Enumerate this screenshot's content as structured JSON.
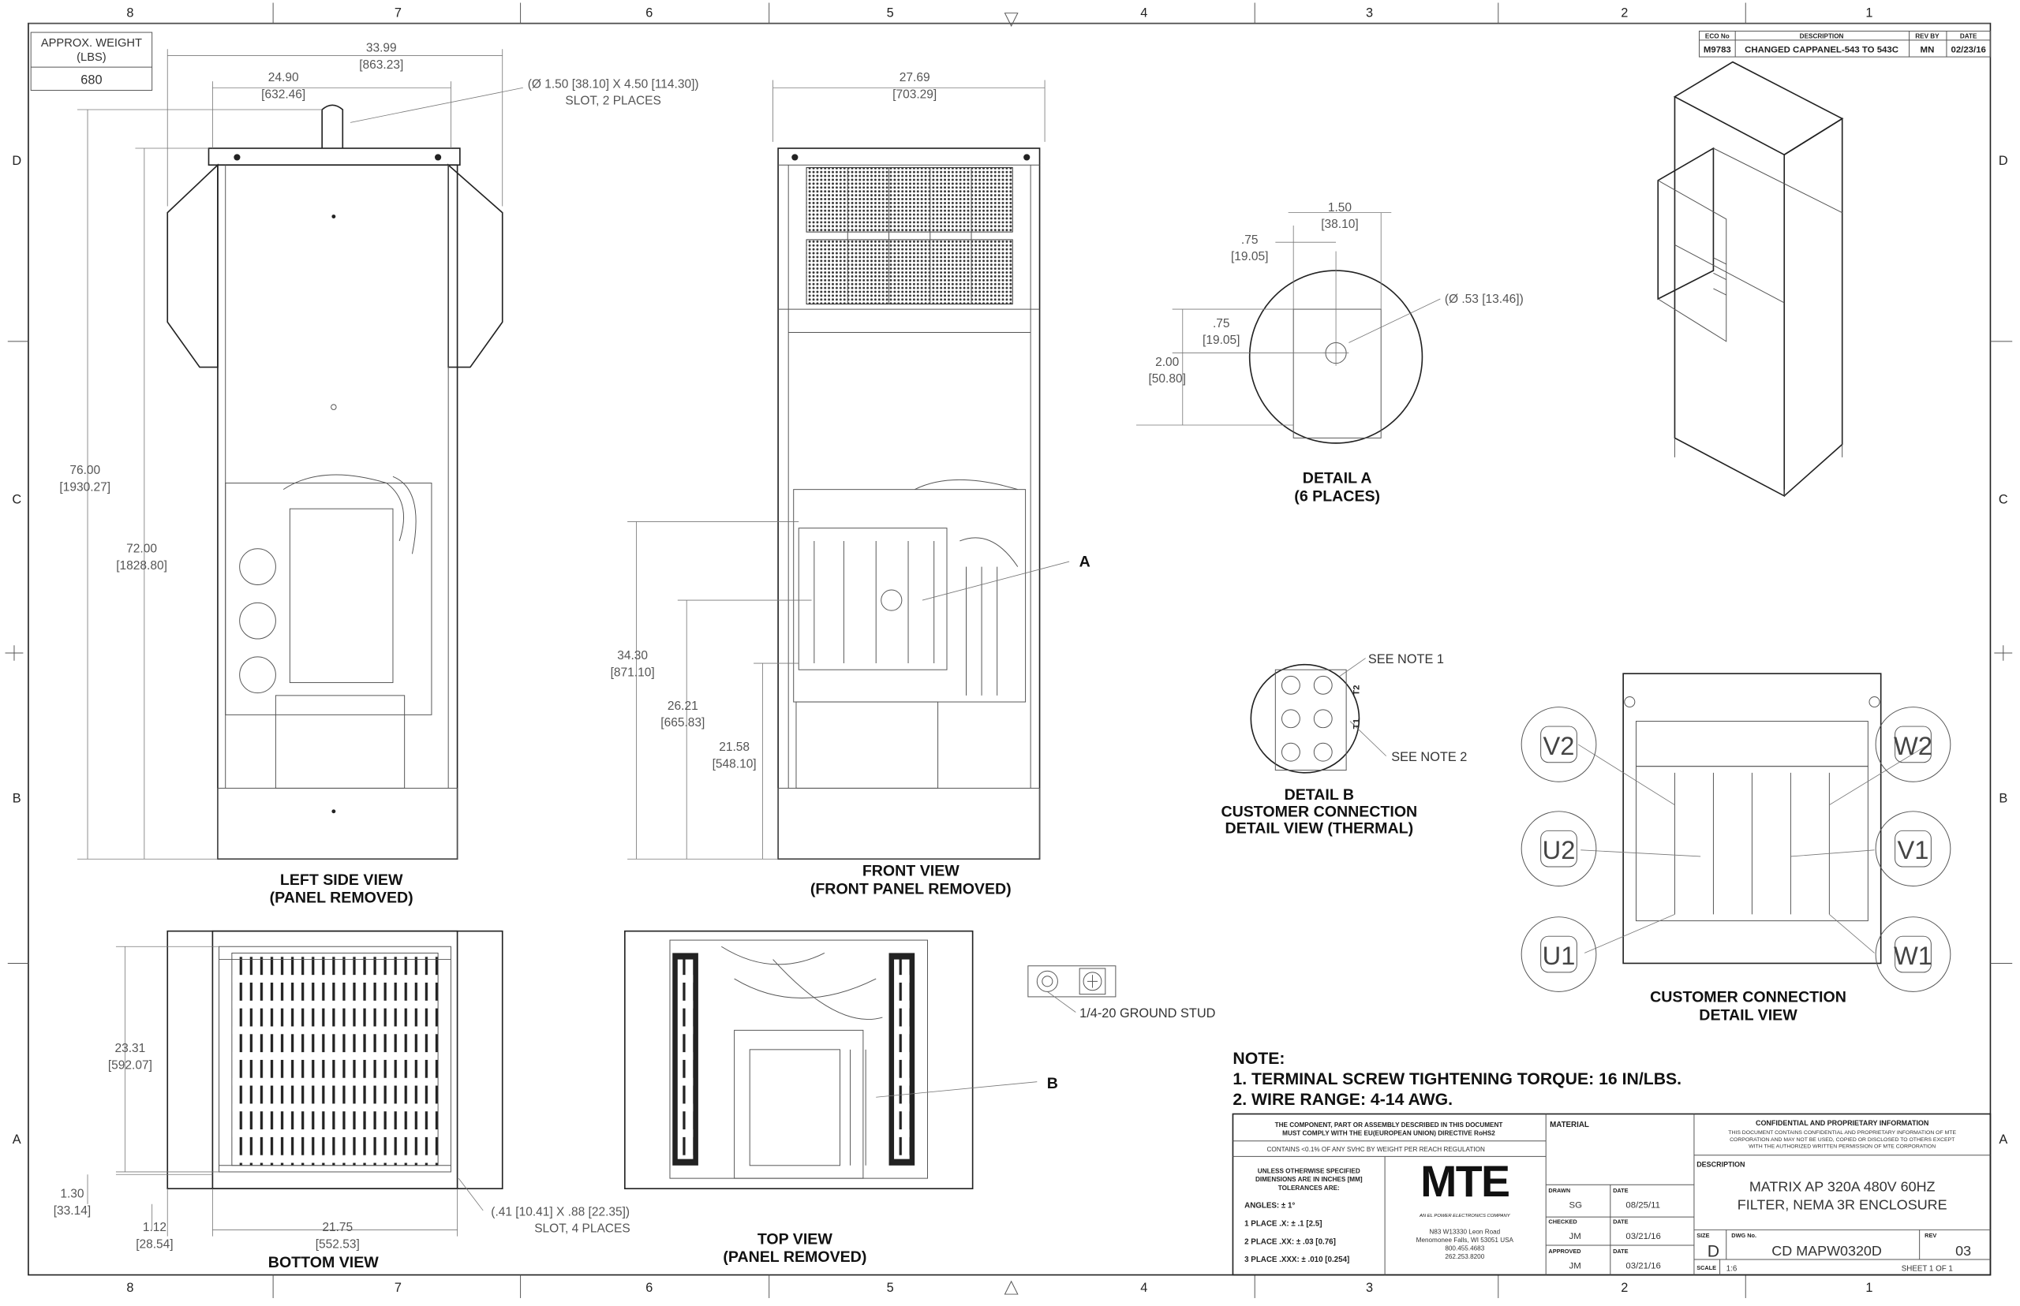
{
  "zones": {
    "columns": [
      "8",
      "7",
      "6",
      "5",
      "4",
      "3",
      "2",
      "1"
    ],
    "rows": [
      "D",
      "C",
      "B",
      "A"
    ]
  },
  "weight": {
    "label": "APPROX. WEIGHT (LBS)",
    "label_line1": "APPROX. WEIGHT",
    "label_line2": "(LBS)",
    "value": "680"
  },
  "revision": {
    "headers": [
      "ECO No",
      "DESCRIPTION",
      "REV BY",
      "DATE"
    ],
    "row": [
      "M9783",
      "CHANGED CAPPANEL-543 TO 543C",
      "MN",
      "02/23/16"
    ]
  },
  "dims": {
    "overall_width": [
      "33.99",
      "[863.23]"
    ],
    "side_width": [
      "24.90",
      "[632.46]"
    ],
    "slot": [
      "(Ø 1.50 [38.10] X 4.50 [114.30])",
      "SLOT, 2 PLACES"
    ],
    "front_width": [
      "27.69",
      "[703.29]"
    ],
    "height_76": [
      "76.00",
      "[1930.27]"
    ],
    "height_72": [
      "72.00",
      "[1828.80]"
    ],
    "h_34": [
      "34.30",
      "[871.10]"
    ],
    "h_26": [
      "26.21",
      "[665.83]"
    ],
    "h_21": [
      "21.58",
      "[548.10]"
    ],
    "detA_150": [
      "1.50",
      "[38.10]"
    ],
    "detA_075a": [
      ".75",
      "[19.05]"
    ],
    "detA_075b": [
      ".75",
      "[19.05]"
    ],
    "detA_200": [
      "2.00",
      "[50.80]"
    ],
    "detA_hole": "(Ø .53 [13.46])",
    "bottom_23": [
      "23.31",
      "[592.07]"
    ],
    "bottom_130": [
      "1.30",
      "[33.14]"
    ],
    "bottom_112": [
      "1.12",
      "[28.54]"
    ],
    "bottom_2175": [
      "21.75",
      "[552.53]"
    ],
    "bottom_slot": [
      "(.41 [10.41] X .88 [22.35])",
      "SLOT, 4 PLACES"
    ]
  },
  "views": {
    "left_side": [
      "LEFT SIDE VIEW",
      "(PANEL REMOVED)"
    ],
    "front": [
      "FRONT VIEW",
      "(FRONT PANEL REMOVED)"
    ],
    "detail_a": [
      "DETAIL A",
      "(6 PLACES)"
    ],
    "detail_b": [
      "DETAIL B",
      "CUSTOMER CONNECTION",
      "DETAIL VIEW (THERMAL)"
    ],
    "customer": [
      "CUSTOMER CONNECTION",
      "DETAIL VIEW"
    ],
    "bottom": "BOTTOM VIEW",
    "top": [
      "TOP VIEW",
      "(PANEL REMOVED)"
    ]
  },
  "callouts": {
    "a": "A",
    "b": "B",
    "see_note_1": "SEE NOTE 1",
    "see_note_2": "SEE NOTE 2",
    "ground_stud": "1/4-20 GROUND STUD",
    "t1": "T1",
    "t2": "T2"
  },
  "terminals": [
    "V2",
    "W2",
    "U2",
    "V1",
    "U1",
    "W1"
  ],
  "notes": {
    "title": "NOTE:",
    "items": [
      "1.  TERMINAL SCREW TIGHTENING TORQUE: 16 IN/LBS.",
      "2.  WIRE RANGE: 4-14 AWG."
    ]
  },
  "title_block": {
    "rohs": [
      "THE COMPONENT, PART OR ASSEMBLY DESCRIBED IN THIS DOCUMENT",
      "MUST COMPLY WITH THE EU(EUROPEAN UNION) DIRECTIVE RoHS2"
    ],
    "reach": "CONTAINS <0.1% OF ANY SVHC BY WEIGHT PER REACH REGULATION",
    "tolerance_header": [
      "UNLESS OTHERWISE SPECIFIED",
      "DIMENSIONS ARE IN INCHES [MM]",
      "TOLERANCES ARE:"
    ],
    "tolerances": [
      "ANGLES: ± 1°",
      "1 PLACE .X: ± .1 [2.5]",
      "2 PLACE .XX: ± .03 [0.76]",
      "3 PLACE .XXX: ± .010 [0.254]"
    ],
    "logo": "MTE",
    "logo_tagline": "AN EL POWER ELECTRONICS COMPANY",
    "address": [
      "N83 W13330 Leon Road",
      "Menomonee Falls, WI 53051 USA",
      "800.455.4683",
      "262.253.8200"
    ],
    "material_label": "MATERIAL",
    "drawn_label": "DRAWN",
    "drawn_by": "SG",
    "drawn_date": "08/25/11",
    "checked_label": "CHECKED",
    "checked_by": "JM",
    "checked_date": "03/21/16",
    "approved_label": "APPROVED",
    "approved_by": "JM",
    "approved_date": "03/21/16",
    "date_label": "DATE",
    "confidential_title": "CONFIDENTIAL AND PROPRIETARY INFORMATION",
    "confidential_text": [
      "THIS DOCUMENT CONTAINS CONFIDENTIAL AND PROPRIETARY INFORMATION OF MTE",
      "CORPORATION AND MAY NOT BE USED, COPIED OR DISCLOSED TO OTHERS EXCEPT",
      "WITH THE AUTHORIZED WRITTEN PERMISSION OF MTE CORPORATION"
    ],
    "description_label": "DESCRIPTION",
    "description": [
      "MATRIX AP 320A 480V 60HZ",
      "FILTER, NEMA 3R ENCLOSURE"
    ],
    "size_label": "SIZE",
    "size": "D",
    "dwg_label": "DWG No.",
    "dwg_no": "CD MAPW0320D",
    "rev_label": "REV",
    "rev": "03",
    "scale_label": "SCALE",
    "scale": "1:6",
    "sheet": "SHEET 1  OF 1"
  }
}
